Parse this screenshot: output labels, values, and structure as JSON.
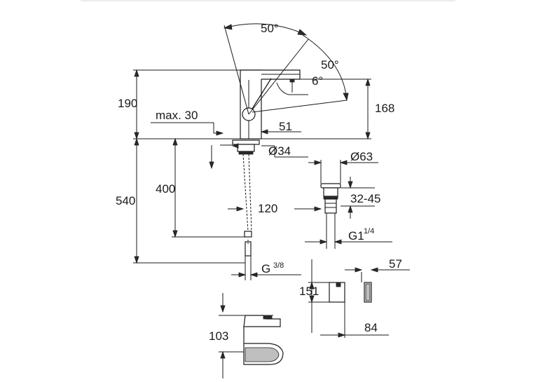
{
  "angles": {
    "swivel_top": "50°",
    "swivel_right": "50°",
    "spout_tilt": "6°"
  },
  "dimensions": {
    "total_height": "190",
    "max_distance": "max. 30",
    "spout_height": "168",
    "spout_projection": "51",
    "hole_diameter": "Ø34",
    "waste_diameter": "Ø63",
    "waste_height": "32-45",
    "below_basin": "540",
    "hose_length": "400",
    "waste_offset": "120",
    "waste_thread": "G1",
    "waste_thread_fraction": "1/4",
    "hose_thread": "G",
    "hose_thread_fraction": "3/8",
    "handle_length": "151",
    "handle_width": "57",
    "handle_depth": "84",
    "side_view_height": "103"
  }
}
